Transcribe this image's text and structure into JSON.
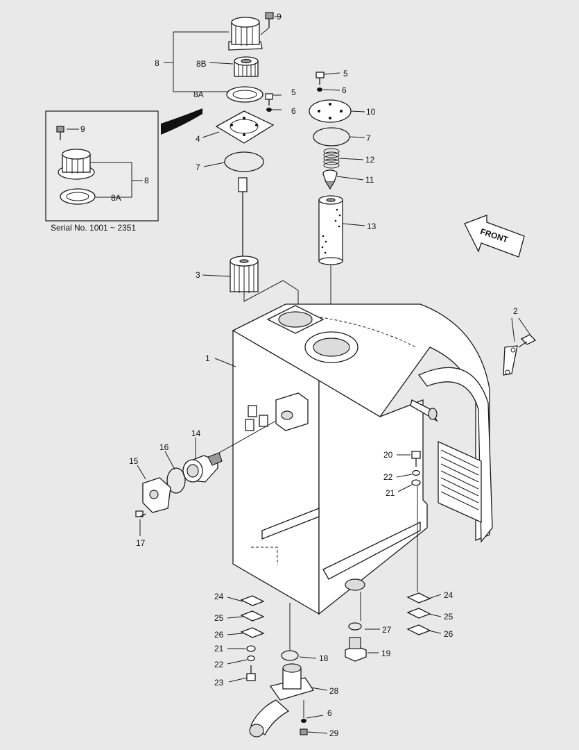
{
  "inset": {
    "caption": "Serial No. 1001 ~ 2351"
  },
  "front_label": "FRONT",
  "callouts": {
    "c1": "1",
    "c2": "2",
    "c3": "3",
    "c4": "4",
    "c5a": "5",
    "c5b": "5",
    "c6a": "6",
    "c6b": "6",
    "c6c": "6",
    "c7a": "7",
    "c7b": "7",
    "c8": "8",
    "c8b": "8B",
    "c8a": "8A",
    "c8i": "8",
    "c8ai": "8A",
    "c9": "9",
    "c9i": "9",
    "c10": "10",
    "c11": "11",
    "c12": "12",
    "c13": "13",
    "c14": "14",
    "c15": "15",
    "c16": "16",
    "c17": "17",
    "c18": "18",
    "c19": "19",
    "c20": "20",
    "c21a": "21",
    "c21b": "21",
    "c22a": "22",
    "c22b": "22",
    "c23": "23",
    "c24a": "24",
    "c24b": "24",
    "c25a": "25",
    "c25b": "25",
    "c26a": "26",
    "c26b": "26",
    "c27": "27",
    "c28": "28",
    "c29": "29"
  }
}
